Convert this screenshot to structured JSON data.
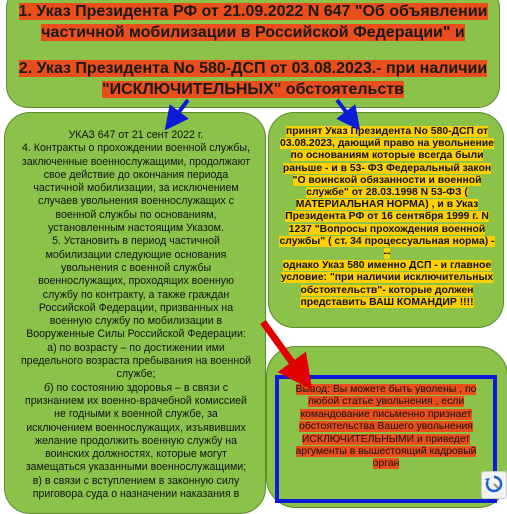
{
  "header": {
    "line1": "1. Указ  Президента РФ от 21.09.2022 N 647 \"Об объявлении",
    "line2": "частичной мобилизации в Российской Федерации\" и",
    "line3": "2.  Указ Президента No 580-ДСП от 03.08.2023.- при наличии",
    "line4": "\"ИСКЛЮЧИТЕЛЬНЫХ\" обстоятельств"
  },
  "left_card": {
    "lines": [
      "УКАЗ 647 от 21 сент 2022 г.",
      "4. Контракты о прохождении военной службы,",
      "заключенные военнослужащими, продолжают",
      "свое действие до окончания периода",
      "частичной мобилизации, за исключением",
      "случаев увольнения военнослужащих с",
      "военной службы по основаниям,",
      "установленным настоящим Указом.",
      "5. Установить в период частичной",
      "мобилизации следующие основания",
      "увольнения с военной службы",
      "военнослужащих, проходящих военную",
      "службу по контракту, а также граждан",
      "Российской Федерации, призванных на",
      "военную службу по мобилизации в",
      "Вооруженные Силы Российской Федерации:",
      "а) по возрасту – по достижении ими",
      "предельного возраста пребывания на военной",
      "службе;",
      "б) по состоянию здоровья – в связи с",
      "признанием их военно-врачебной комиссией",
      "не годными к военной службе, за",
      "исключением военнослужащих, изъявивших",
      "желание продолжить военную службу на",
      "воинских должностях, которые могут",
      "замещаться указанными военнослужащими;",
      "в) в связи с вступлением в законную силу",
      "приговора суда о назначении наказания в"
    ]
  },
  "right_card": {
    "lines": [
      "принят Указ Президента No 580-ДСП от",
      "03.08.2023, дающий право на увольнение",
      "по  основаниям которые всегда были",
      "раньше - и в 53- ФЗ Федеральный закон",
      "\"О воинской обязанности и военной",
      "службе\" от 28.03.1998 N 53-ФЗ (",
      "МАТЕРИАЛЬНАЯ НОРМА) , и в  Указ",
      "Президента РФ от 16 сентября 1999 г. N",
      "1237 \"Вопросы прохождения военной",
      "службы\" ( ст. 34 процессуальная норма) ---",
      "однако Указ 580 именно ДСП - и главное",
      "условие: \"при наличии исключительных",
      "обстоятельств\"- которые должен",
      "представить ВАШ КОМАНДИР !!!!"
    ]
  },
  "conclusion": {
    "lines": [
      "Вывод: Вы можете быть уволены , по",
      "любой статье увольнения , если",
      "командование письменно признает",
      "обстоятельства Вашего увольнения",
      "ИСКЛЮЧИТЕЛЬНЫМИ и приведет",
      "аргументы в вышестоящий кадровый",
      "орган"
    ]
  },
  "colors": {
    "bubble": "#8bc34a",
    "highlight_red": "#e94e1b",
    "highlight_yellow": "#ffd000",
    "arrow_blue": "#0a1cd6",
    "arrow_red": "#e00000"
  }
}
